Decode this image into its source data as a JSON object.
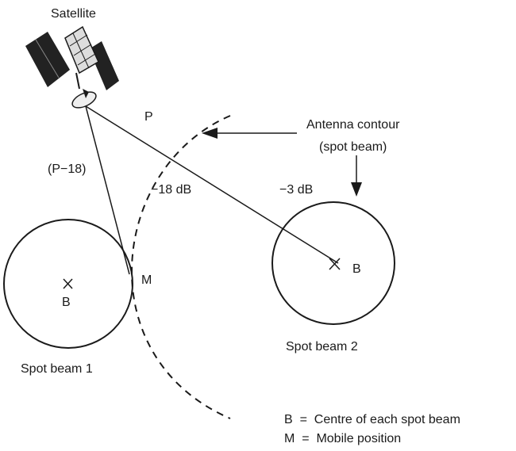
{
  "labels": {
    "satellite": "Satellite",
    "p": "P",
    "p_minus_18": "(P−18)",
    "minus_18_db": "−18 dB",
    "minus_3_db": "−3 dB",
    "antenna_contour_line1": "Antenna contour",
    "antenna_contour_line2": "(spot beam)",
    "m": "M",
    "b_beam1": "B",
    "b_beam2": "B",
    "spot_beam_1": "Spot beam 1",
    "spot_beam_2": "Spot beam 2"
  },
  "legend": {
    "b_line": "B  =  Centre of each spot beam",
    "m_line": "M  =  Mobile position"
  },
  "icons": {
    "satellite": "satellite-icon",
    "centre_marker": "x-mark-icon",
    "arrow": "arrow-icon"
  },
  "colors": {
    "ink": "#1a1a1a",
    "panel": "#222222",
    "background": "#ffffff"
  }
}
